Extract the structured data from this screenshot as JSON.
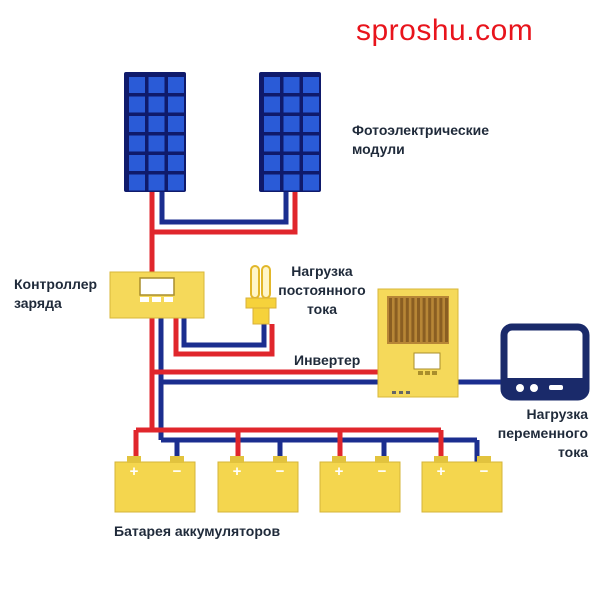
{
  "watermark": {
    "text": "sproshu.com"
  },
  "labels": {
    "pv_modules": "Фотоэлектрические\nмодули",
    "charge_controller": "Контроллер\nзаряда",
    "dc_load": "Нагрузка\nпостоянного\nтока",
    "inverter": "Инвертер",
    "ac_load": "Нагрузка\nпеременного\nтока",
    "battery_bank": "Батарея аккумуляторов"
  },
  "battery_terminals": {
    "plus": "+",
    "minus": "−"
  },
  "colors": {
    "positive_wire": "#e0262c",
    "negative_wire": "#1b2e8f",
    "panel_cell": "#2a5bd7",
    "panel_frame": "#0f1a6b",
    "device_yellow": "#f5d95a",
    "battery_yellow": "#f4d64e",
    "inverter_vent": "#b78636",
    "ac_load_frame": "#1a2a6a",
    "text": "#1f2a3a",
    "watermark": "#e8141c"
  }
}
